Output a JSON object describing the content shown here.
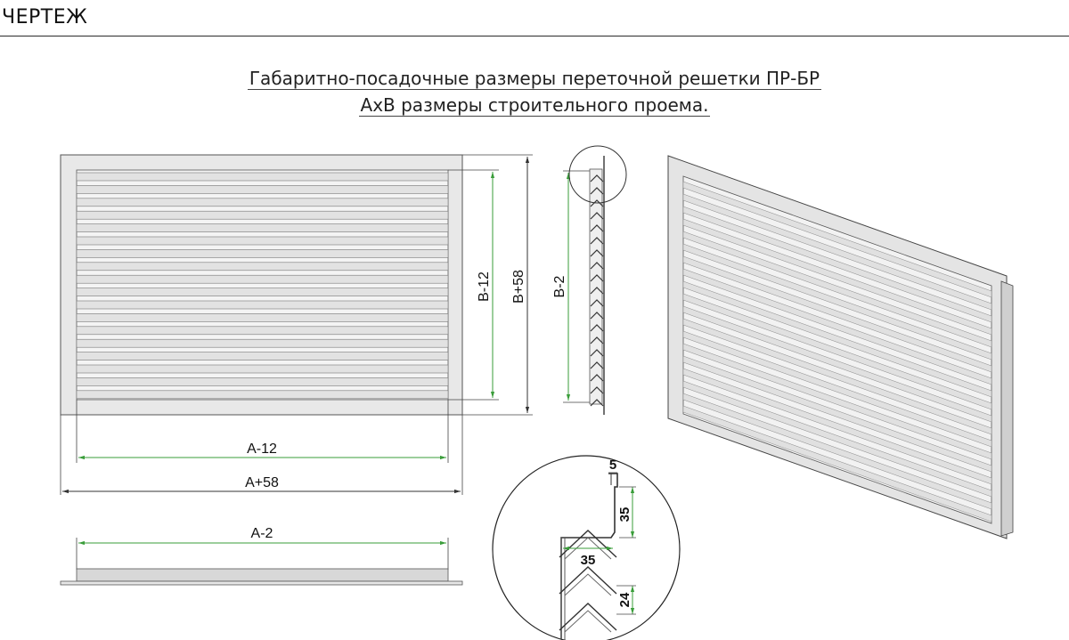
{
  "header": {
    "logo": "ЧЕРТЕЖ"
  },
  "title": {
    "line1": "Габаритно-посадочные размеры переточной решетки ПР-БР",
    "line2": "АхВ размеры строительного проема."
  },
  "dimensions": {
    "front_width_inner": "A-12",
    "front_width_outer": "A+58",
    "front_height_inner": "B-12",
    "front_height_outer": "B+58",
    "side_height": "B-2",
    "bottom_width": "A-2",
    "detail_flange": "5",
    "detail_depth": "35",
    "detail_width": "35",
    "detail_pitch": "24"
  },
  "colors": {
    "frame": "#e6e6e6",
    "slat": "#dcdcdc",
    "line": "#333333",
    "accent": "#3a9d3a"
  }
}
